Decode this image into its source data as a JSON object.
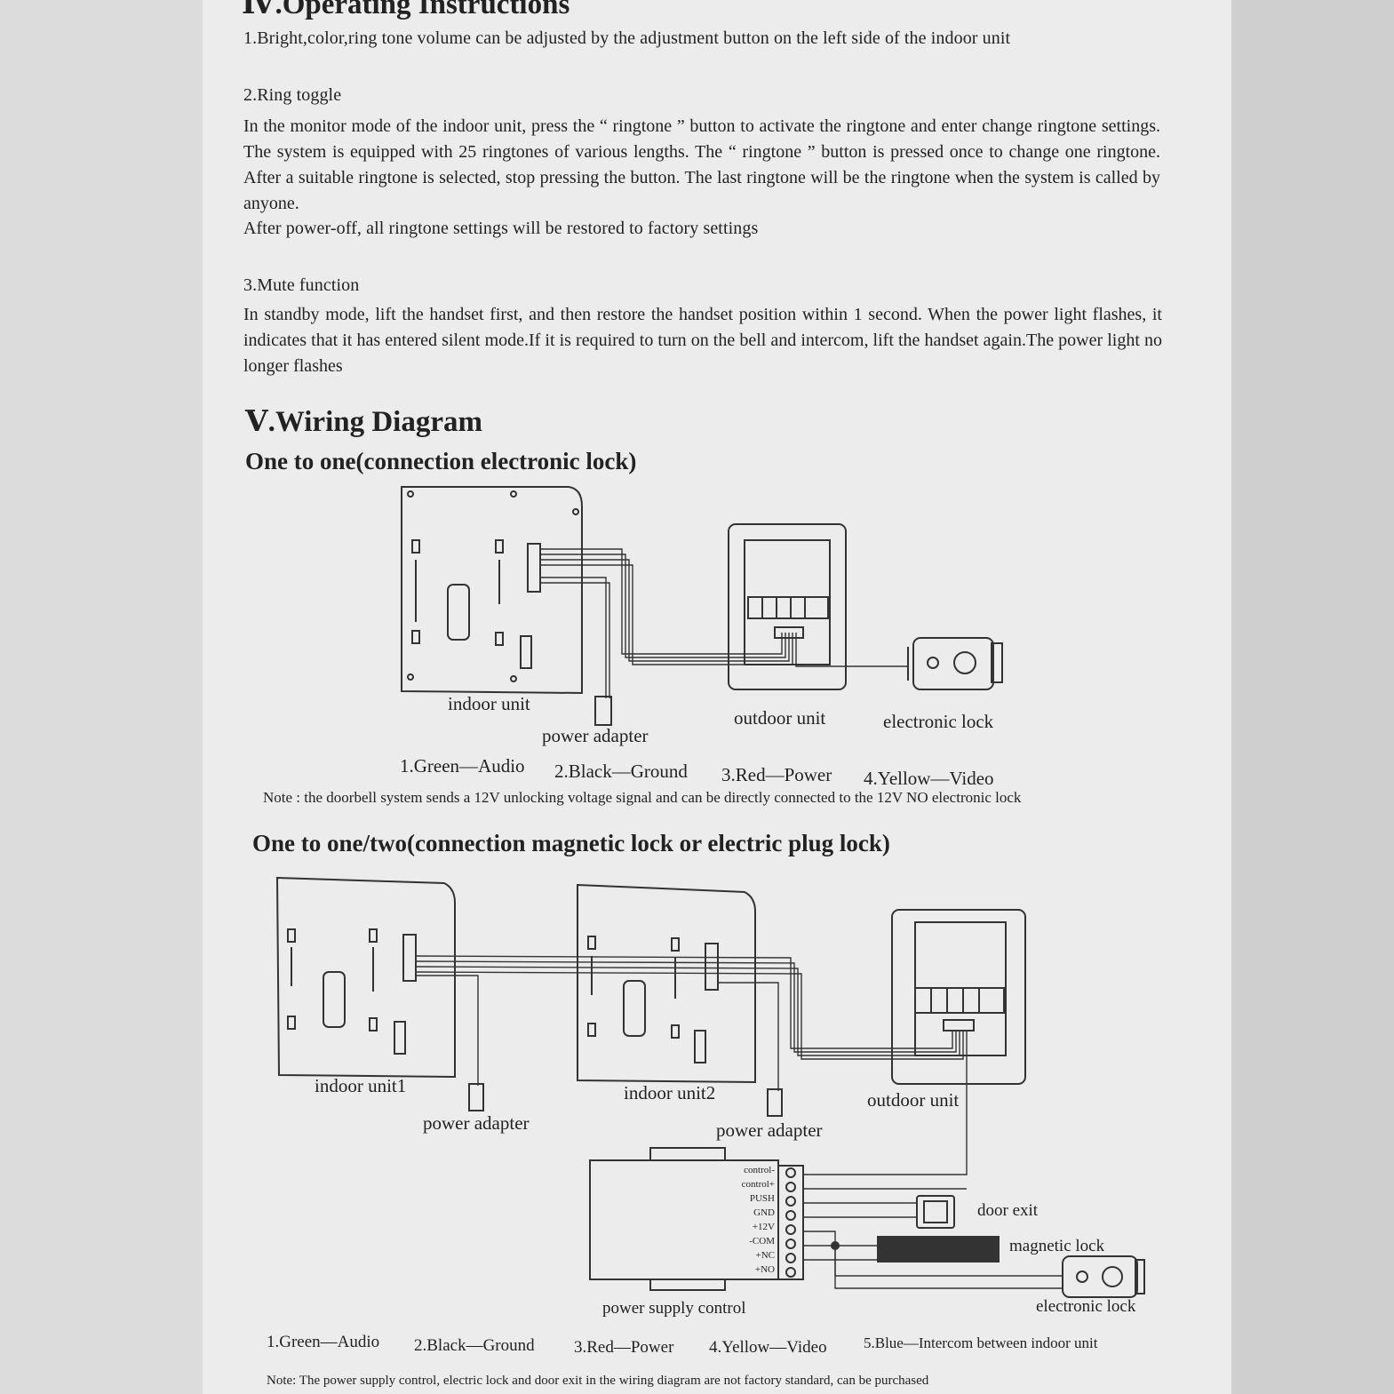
{
  "section4": {
    "heading": "Ⅳ.Operating Instructions",
    "item1": "1.Bright,color,ring tone volume can be adjusted by the adjustment button on the left side of the indoor unit",
    "item2_title": "2.Ring toggle",
    "item2_body": "In the monitor mode of the indoor unit, press the “ ringtone ” button to activate the ringtone and enter change ringtone settings. The system is equipped with 25 ringtones of various lengths. The “ ringtone ” button is pressed once to change one ringtone. After a suitable ringtone is selected, stop pressing the button. The last ringtone will be the ringtone when the system is called by anyone.",
    "item2_extra": "After power-off, all ringtone settings will be restored to factory settings",
    "item3_title": "3.Mute function",
    "item3_body": "In standby mode, lift the handset first, and then restore the handset position within 1 second. When the power light flashes, it indicates that it has entered silent mode.If it is required to turn on the bell and intercom, lift the handset again.The power light no longer flashes"
  },
  "section5": {
    "heading": "Ⅴ.Wiring Diagram",
    "diagram1": {
      "title": "One to one(connection electronic lock)",
      "labels": {
        "indoor_unit": "indoor unit",
        "power_adapter": "power adapter",
        "outdoor_unit": "outdoor unit",
        "electronic_lock": "electronic lock"
      },
      "legend": [
        "1.Green—Audio",
        "2.Black—Ground",
        "3.Red—Power",
        "4.Yellow—Video"
      ],
      "note": "Note : the doorbell system sends a 12V unlocking voltage signal and can be directly connected to the 12V NO electronic lock"
    },
    "diagram2": {
      "title": "One to one/two(connection magnetic lock or electric plug lock)",
      "labels": {
        "indoor_unit1": "indoor unit1",
        "indoor_unit2": "indoor unit2",
        "power_adapter_1": "power adapter",
        "power_adapter_2": "power adapter",
        "outdoor_unit": "outdoor unit",
        "door_exit": "door exit",
        "magnetic_lock": "magnetic lock",
        "electronic_lock": "electronic lock",
        "power_supply_control": "power supply control"
      },
      "terminals": [
        "control-",
        "control+",
        "PUSH",
        "GND",
        "+12V",
        "-COM",
        "+NC",
        "+NO"
      ],
      "legend": [
        "1.Green—Audio",
        "2.Black—Ground",
        "3.Red—Power",
        "4.Yellow—Video",
        "5.Blue—Intercom between indoor unit"
      ],
      "note": "Note: The power supply control, electric lock and door exit in the wiring diagram are not factory standard, can be purchased"
    }
  }
}
